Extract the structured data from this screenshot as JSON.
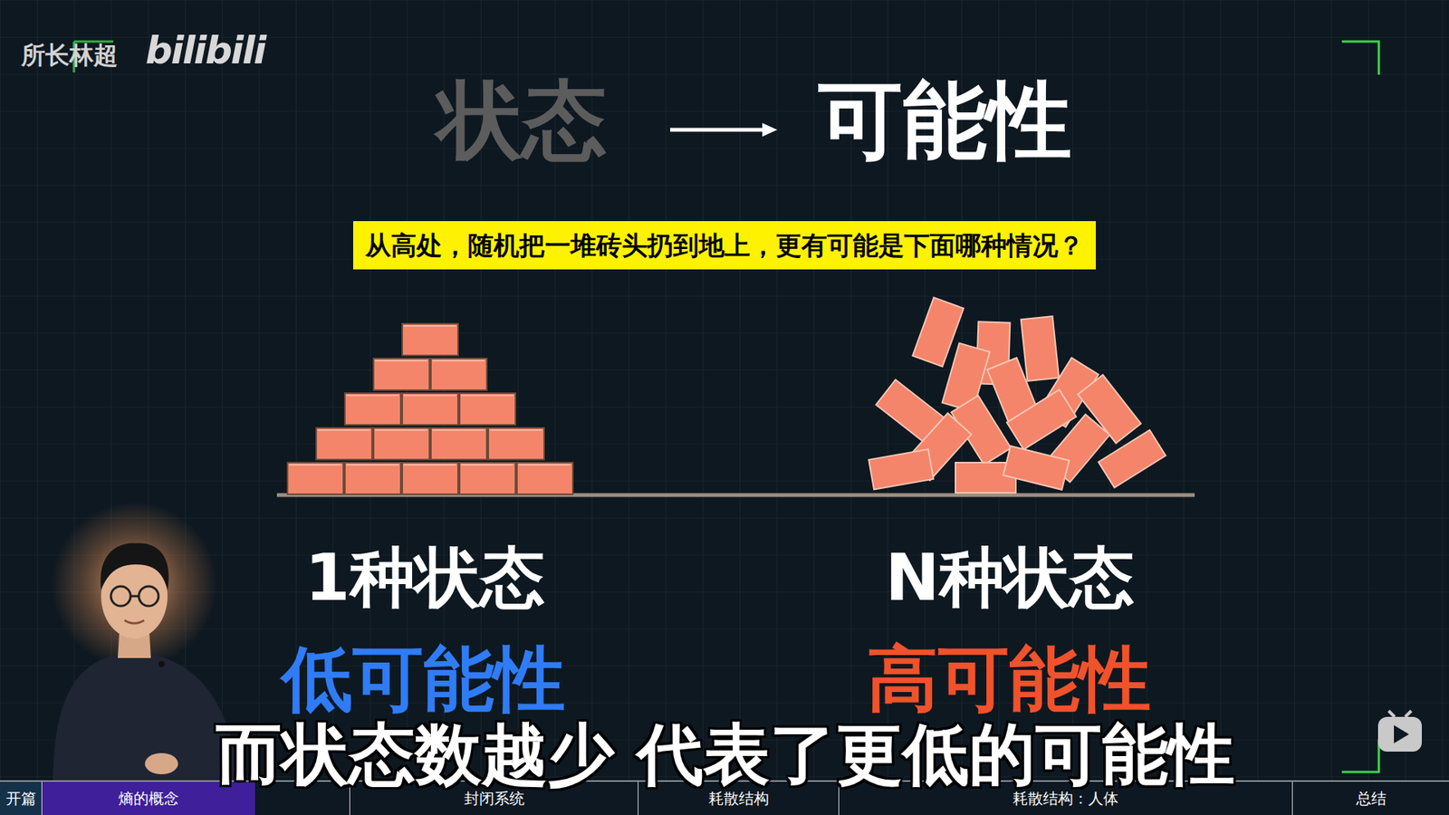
{
  "diagram": {
    "caption": "而状态数越少 代表了更低的可能性",
    "nodes": [
      {
        "text": [
          "从高处，随机把一堆砖头扔到地上，更有可能是下面哪种情况？"
        ]
      },
      {
        "text": [
          "开篇"
        ]
      },
      {
        "text": [
          "熵的概念"
        ]
      },
      {
        "text": [
          "封闭系统"
        ]
      },
      {
        "text": [
          "耗散结构"
        ]
      },
      {
        "text": [
          "耗散结构：人体"
        ]
      },
      {
        "text": [
          "总结"
        ]
      }
    ],
    "labels": [
      "所长林超",
      "bilibili",
      "状态",
      "可能性",
      "1种状态",
      "低可能性",
      "N种状态",
      "高可能性"
    ]
  }
}
